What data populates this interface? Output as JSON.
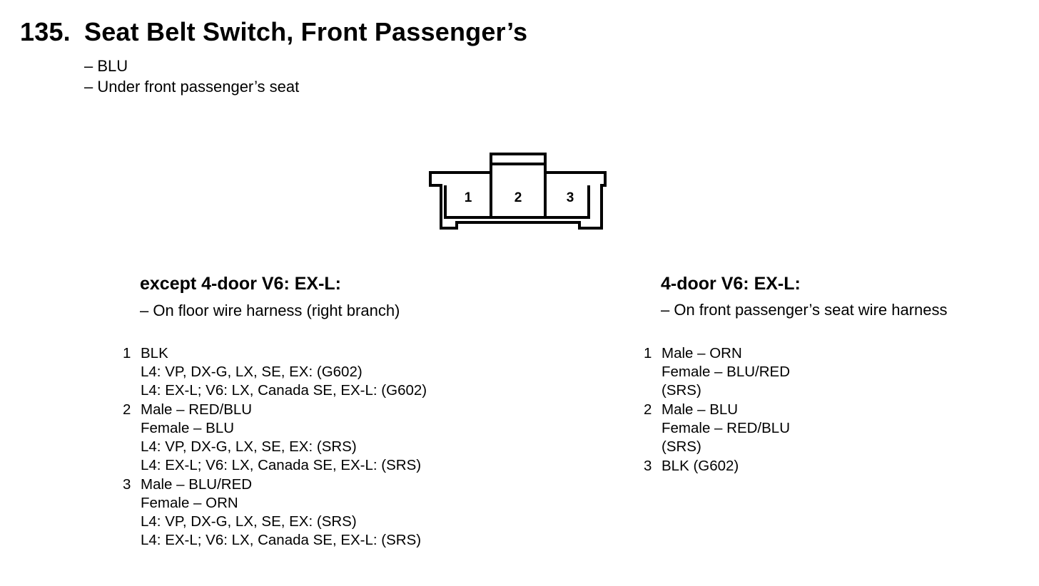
{
  "header": {
    "number": "135.",
    "title": "Seat Belt Switch, Front Passenger’s",
    "color": "– BLU",
    "location": "– Under front passenger’s seat"
  },
  "connector": {
    "pins": [
      "1",
      "2",
      "3"
    ]
  },
  "left_variant": {
    "title": "except 4-door V6: EX-L:",
    "location": "– On floor wire harness (right branch)",
    "pins": [
      {
        "number": "1",
        "lines": [
          "BLK",
          "L4: VP, DX-G, LX, SE, EX: (G602)",
          "L4: EX-L; V6: LX, Canada SE, EX-L: (G602)"
        ]
      },
      {
        "number": "2",
        "lines": [
          "Male – RED/BLU",
          "Female – BLU",
          "L4: VP, DX-G, LX, SE, EX: (SRS)",
          "L4: EX-L; V6: LX, Canada SE, EX-L: (SRS)"
        ]
      },
      {
        "number": "3",
        "lines": [
          "Male – BLU/RED",
          "Female – ORN",
          "L4: VP, DX-G, LX, SE, EX: (SRS)",
          "L4: EX-L; V6: LX, Canada SE, EX-L: (SRS)"
        ]
      }
    ]
  },
  "right_variant": {
    "title": "4-door V6: EX-L:",
    "location": "– On front passenger’s seat wire harness",
    "pins": [
      {
        "number": "1",
        "lines": [
          "Male – ORN",
          "Female – BLU/RED",
          "(SRS)"
        ]
      },
      {
        "number": "2",
        "lines": [
          "Male – BLU",
          "Female – RED/BLU",
          "(SRS)"
        ]
      },
      {
        "number": "3",
        "lines": [
          "BLK (G602)"
        ]
      }
    ]
  }
}
